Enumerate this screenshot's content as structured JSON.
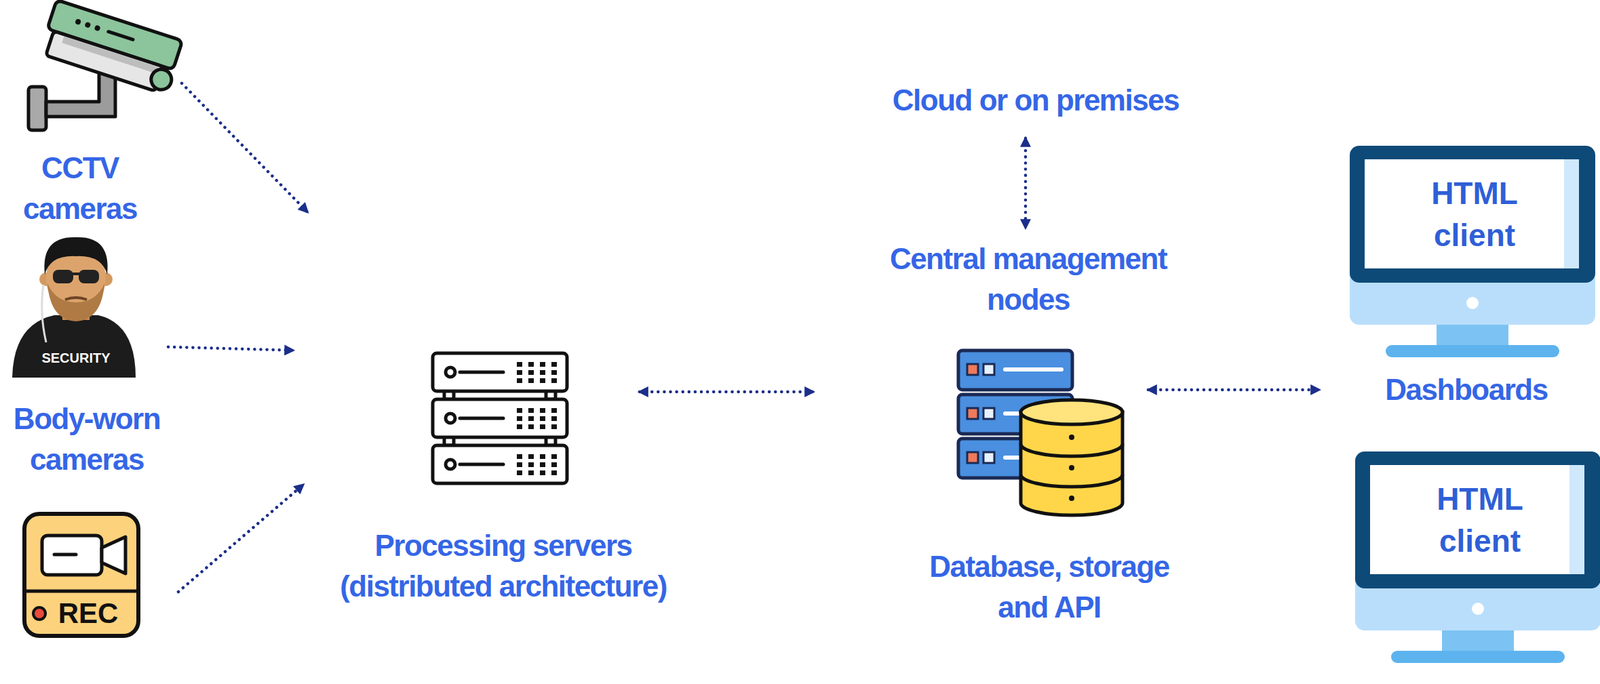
{
  "diagram": {
    "nodes": [
      {
        "text": [
          "CCTV cameras"
        ]
      },
      {
        "text": [
          "Body-worn cameras"
        ]
      },
      {
        "text": [
          "Processing servers (distributed architecture)"
        ]
      },
      {
        "text": [
          "Cloud or on premises"
        ]
      },
      {
        "text": [
          "Central management nodes"
        ]
      },
      {
        "text": [
          "Database, storage and API"
        ]
      },
      {
        "text": [
          "Dashboards"
        ]
      },
      {
        "text": [
          "HTML client"
        ],
        "in": 6
      },
      {
        "text": [
          "HTML client"
        ],
        "in": 6
      }
    ],
    "edges": [
      {
        "from": 0,
        "to": 2,
        "arrow": "to"
      },
      {
        "from": 1,
        "to": 2,
        "arrow": "to"
      },
      {
        "from": 2,
        "to": 5,
        "arrow": "both"
      },
      {
        "from": 3,
        "to": 4,
        "arrow": "both"
      },
      {
        "from": 5,
        "to": 6,
        "arrow": "both"
      }
    ],
    "labels": [
      "SECURITY",
      "REC"
    ]
  }
}
